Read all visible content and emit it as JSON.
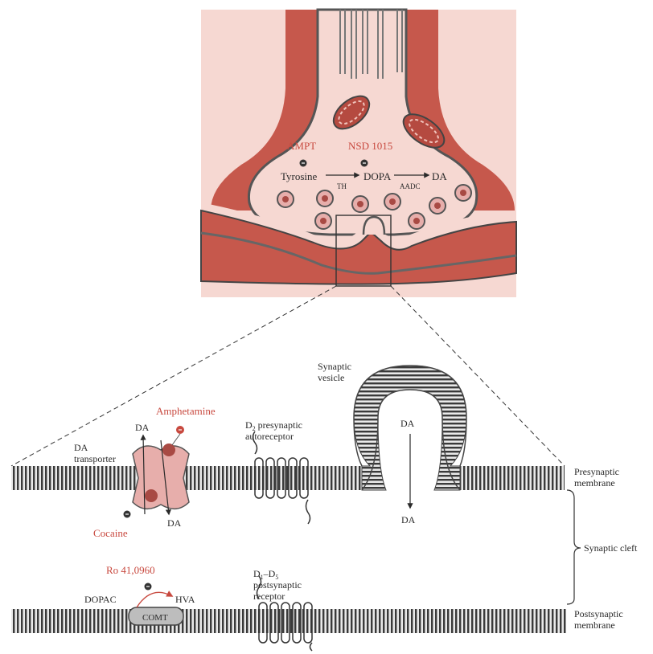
{
  "colors": {
    "axon_fill": "#f4cfc8",
    "muscle_red": "#c6584c",
    "membrane_dark": "#3c3c3c",
    "label_red": "#c8493f",
    "label_black": "#2a2a2a",
    "transporter": "#e7aeab"
  },
  "top_panel": {
    "ampt": "AMPT",
    "nsd": "NSD 1015",
    "tyrosine": "Tyrosine",
    "th": "TH",
    "dopa": "DOPA",
    "aadc": "AADC",
    "da": "DA"
  },
  "detail": {
    "synaptic_vesicle_line1": "Synaptic",
    "synaptic_vesicle_line2": "vesicle",
    "amphetamine": "Amphetamine",
    "da_transporter_line1": "DA",
    "da_transporter_line2": "transporter",
    "da_out": "DA",
    "da_in": "DA",
    "cocaine": "Cocaine",
    "d2_line1": "D",
    "d2_sub": "2",
    "d2_line1_rest": " presynaptic",
    "d2_line2": "autoreceptor",
    "vesicle_da": "DA",
    "cleft_da": "DA",
    "presyn_line1": "Presynaptic",
    "presyn_line2": "membrane",
    "synaptic_cleft": "Synaptic cleft",
    "ro": "Ro 41,0960",
    "dopac": "DOPAC",
    "hva": "HVA",
    "comt": "COMT",
    "d1d5_d": "D",
    "d1d5_sub1": "1",
    "d1d5_dash": "–D",
    "d1d5_sub5": "5",
    "d1d5_line2": "postsynaptic",
    "d1d5_line3": "receptor",
    "postsyn_line1": "Postsynaptic",
    "postsyn_line2": "membrane"
  }
}
